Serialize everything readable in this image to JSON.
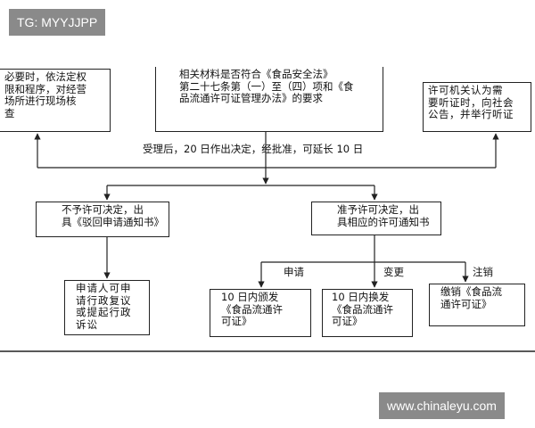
{
  "watermark_top": "TG: MYYJJPP",
  "watermark_bottom": "www.chinaleyu.com",
  "boxes": {
    "site_check": "必要时，依法定权\n限和程序，对经营\n场所进行现场核\n查",
    "materials": "相关材料是否符合《食品安全法》\n第二十七条第（一）至（四）项和《食\n品流通许可证管理办法》的要求",
    "hearing": "许可机关认为需\n要听证时，向社会\n公告，并举行听证",
    "deny": "不予许可决定，出\n具《驳回申请通知书》",
    "approve": "准予许可决定，出\n具相应的许可通知书",
    "appeal": "申请人可申\n请行政复议\n或提起行政\n诉讼",
    "issue": "10 日内颁发\n《食品流通许\n可证》",
    "renew": "10 日内换发\n《食品流通许\n可证》",
    "cancel": "缴销《食品流\n通许可证》"
  },
  "labels": {
    "decision_note": "受理后，20 日作出决定，经批准，可延长 10 日",
    "apply": "申请",
    "change": "变更",
    "revoke": "注销"
  }
}
